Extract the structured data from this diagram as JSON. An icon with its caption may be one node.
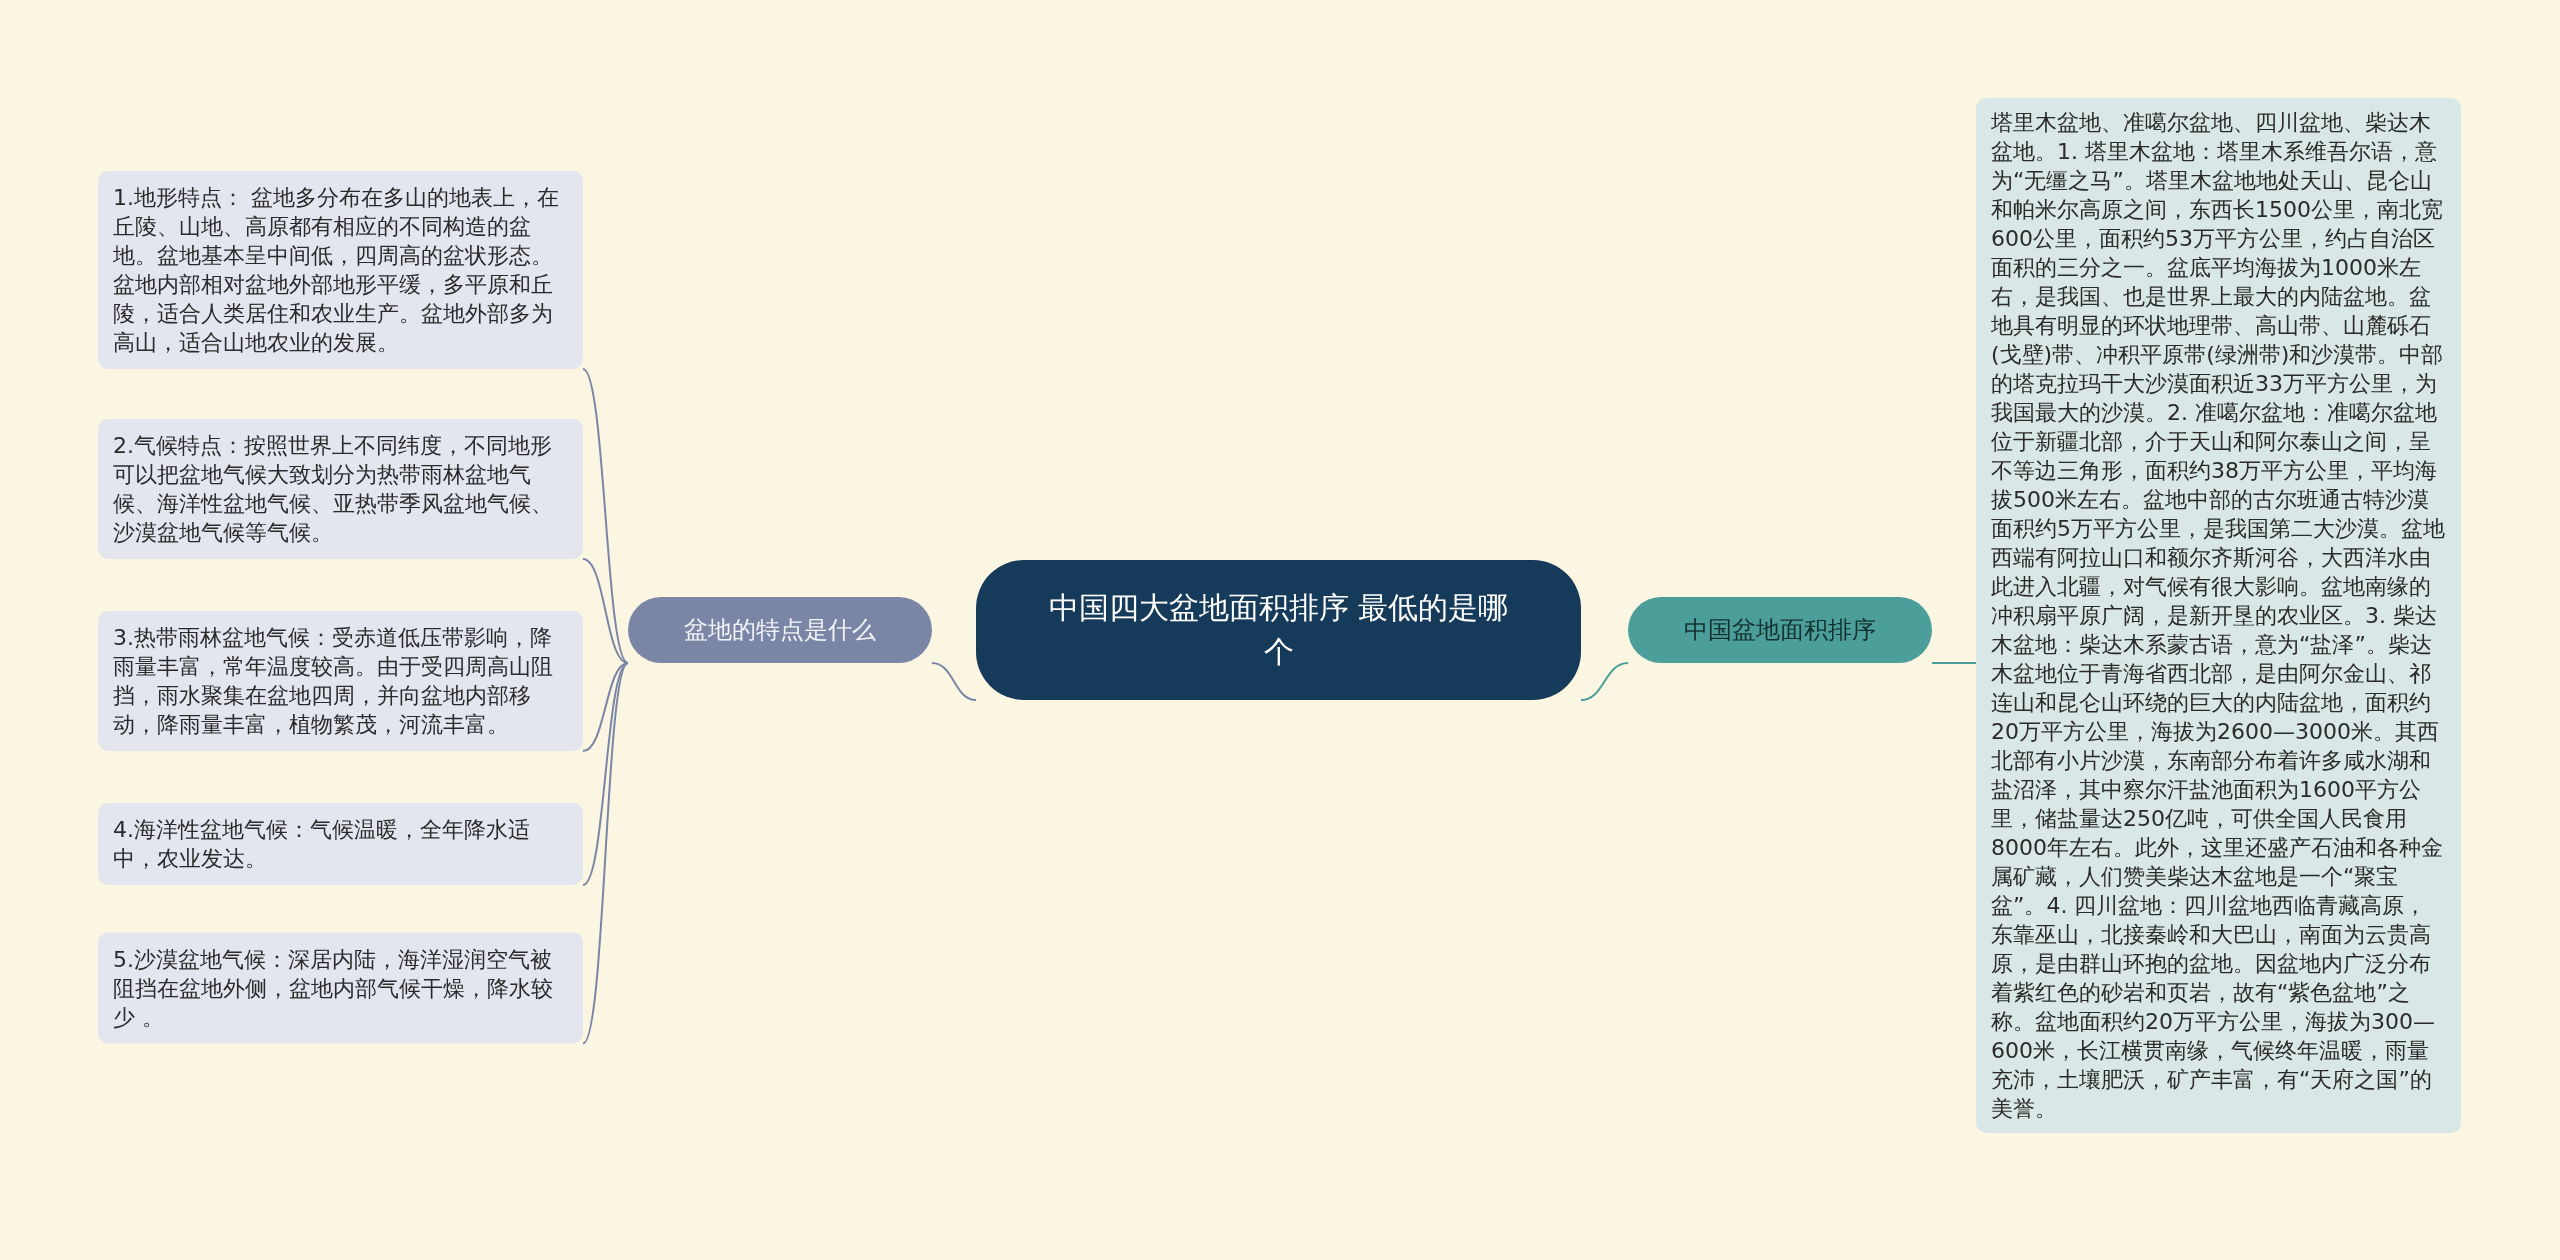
{
  "diagram": {
    "nodes": [
      {
        "text": [
          "中国四大盆地面积排序 最低的是哪个"
        ]
      },
      {
        "text": [
          "盆地的特点是什么"
        ]
      },
      {
        "text": [
          "1.地形特点： 盆地多分布在多山的地表上，在丘陵、山地、高原都有相应的不同构造的盆地。盆地基本呈中间低，四周高的盆状形态。盆地内部相对盆地外部地形平缓，多平原和丘陵，适合人类居住和农业生产。盆地外部多为高山，适合山地农业的发展。"
        ]
      },
      {
        "text": [
          "2.气候特点：按照世界上不同纬度，不同地形可以把盆地气候大致划分为热带雨林盆地气候、海洋性盆地气候、亚热带季风盆地气候、沙漠盆地气候等气候。"
        ]
      },
      {
        "text": [
          "3.热带雨林盆地气候：受赤道低压带影响，降雨量丰富，常年温度较高。由于受四周高山阻挡，雨水聚集在盆地四周，并向盆地内部移动，降雨量丰富，植物繁茂，河流丰富。"
        ]
      },
      {
        "text": [
          "4.海洋性盆地气候：气候温暖，全年降水适中，农业发达。"
        ]
      },
      {
        "text": [
          "5.沙漠盆地气候：深居内陆，海洋湿润空气被阻挡在盆地外侧，盆地内部气候干燥，降水较少 。"
        ]
      },
      {
        "text": [
          "中国盆地面积排序"
        ]
      },
      {
        "text": [
          "塔里木盆地、准噶尔盆地、四川盆地、柴达木盆地。1. 塔里木盆地：塔里木系维吾尔语，意为“无缰之马”。塔里木盆地地处天山、昆仑山和帕米尔高原之间，东西长1500公里，南北宽600公里，面积约53万平方公里，约占自治区面积的三分之一。盆底平均海拔为1000米左右，是我国、也是世界上最大的内陆盆地。盆地具有明显的环状地理带、高山带、山麓砾石(戈壁)带、冲积平原带(绿洲带)和沙漠带。中部的塔克拉玛干大沙漠面积近33万平方公里，为我国最大的沙漠。2. 准噶尔盆地：准噶尔盆地位于新疆北部，介于天山和阿尔泰山之间，呈不等边三角形，面积约38万平方公里，平均海拔500米左右。盆地中部的古尔班通古特沙漠面积约5万平方公里，是我国第二大沙漠。盆地西端有阿拉山口和额尔齐斯河谷，大西洋水由此进入北疆，对气候有很大影响。盆地南缘的冲积扇平原广阔，是新开垦的农业区。3. 柴达木盆地：柴达木系蒙古语，意为“盐泽”。柴达木盆地位于青海省西北部，是由阿尔金山、祁连山和昆仑山环绕的巨大的内陆盆地，面积约20万平方公里，海拔为2600—3000米。其西北部有小片沙漠，东南部分布着许多咸水湖和盐沼泽，其中察尔汗盐池面积为1600平方公里，储盐量达250亿吨，可供全国人民食用8000年左右。此外，这里还盛产石油和各种金属矿藏，人们赞美柴达木盆地是一个“聚宝盆”。4. 四川盆地：四川盆地西临青藏高原，东靠巫山，北接秦岭和大巴山，南面为云贵高原，是由群山环抱的盆地。因盆地内广泛分布着紫红色的砂岩和页岩，故有“紫色盆地”之称。盆地面积约20万平方公里，海拔为300—600米，长江横贯南缘，气候终年温暖，雨量充沛，土壤肥沃，矿产丰富，有“天府之国”的美誉。"
        ]
      }
    ],
    "edges": [
      {
        "from": 0,
        "to": 1,
        "arrow": "none"
      },
      {
        "from": 1,
        "to": 2,
        "arrow": "none"
      },
      {
        "from": 1,
        "to": 3,
        "arrow": "none"
      },
      {
        "from": 1,
        "to": 4,
        "arrow": "none"
      },
      {
        "from": 1,
        "to": 5,
        "arrow": "none"
      },
      {
        "from": 1,
        "to": 6,
        "arrow": "none"
      },
      {
        "from": 0,
        "to": 7,
        "arrow": "none",
        "color": "#4b9e9a"
      },
      {
        "from": 7,
        "to": 8,
        "arrow": "none",
        "color": "#4b9e9a"
      }
    ]
  }
}
